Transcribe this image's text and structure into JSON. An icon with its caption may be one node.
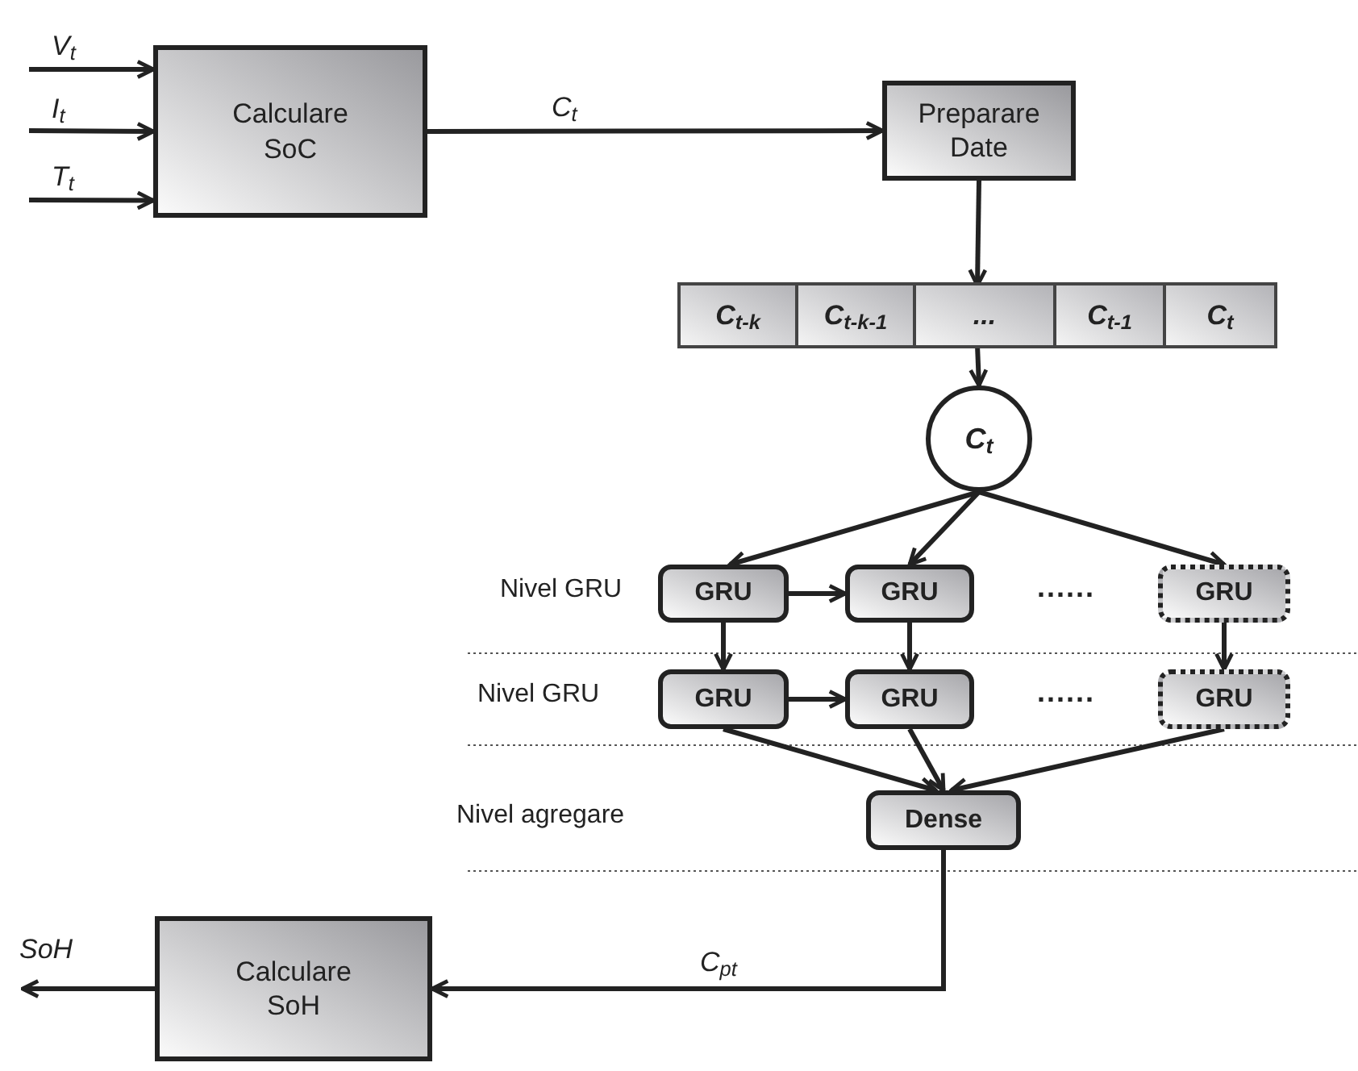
{
  "diagram": {
    "nodes": [
      {
        "text": [
          "Calculare SoC"
        ]
      },
      {
        "text": [
          "Preparare Date"
        ]
      },
      {
        "text": [],
        "shape": "bar"
      },
      {
        "text": [
          "C$_{t-k}$"
        ],
        "in": 2
      },
      {
        "text": [
          "C$_{t-k-1}$"
        ],
        "in": 2
      },
      {
        "text": [
          "..."
        ],
        "in": 2
      },
      {
        "text": [
          "C$_{t-1}$"
        ],
        "in": 2
      },
      {
        "text": [
          "C$_{t}$"
        ],
        "in": 2
      },
      {
        "text": [
          "C$_{t}$"
        ]
      },
      {
        "text": [
          "GRU"
        ]
      },
      {
        "text": [
          "GRU"
        ]
      },
      {
        "text": [
          "GRU"
        ]
      },
      {
        "text": [
          "GRU"
        ]
      },
      {
        "text": [
          "GRU"
        ]
      },
      {
        "text": [
          "GRU"
        ]
      },
      {
        "text": [
          "Dense"
        ]
      },
      {
        "text": [
          "Calculare SoH"
        ]
      }
    ],
    "edges": [
      {
        "from": 0,
        "to": 1,
        "arrow": "to",
        "label": "C$_{t}$"
      },
      {
        "from": 1,
        "to": 2,
        "arrow": "to"
      },
      {
        "from": 2,
        "to": 8,
        "arrow": "to"
      },
      {
        "from": 8,
        "to": 9,
        "arrow": "to"
      },
      {
        "from": 8,
        "to": 10,
        "arrow": "to"
      },
      {
        "from": 8,
        "to": 11,
        "arrow": "to"
      },
      {
        "from": 9,
        "to": 10,
        "arrow": "to"
      },
      {
        "from": 9,
        "to": 12,
        "arrow": "to"
      },
      {
        "from": 10,
        "to": 13,
        "arrow": "to"
      },
      {
        "from": 11,
        "to": 14,
        "arrow": "to"
      },
      {
        "from": 12,
        "to": 13,
        "arrow": "to"
      },
      {
        "from": 12,
        "to": 15,
        "arrow": "to"
      },
      {
        "from": 13,
        "to": 15,
        "arrow": "to"
      },
      {
        "from": 14,
        "to": 15,
        "arrow": "to"
      },
      {
        "from": 15,
        "to": 16,
        "arrow": "to",
        "label": "C$_{pt}$"
      },
      {
        "from": null,
        "to": 0,
        "arrow": "to",
        "label": "V$_{t}$"
      },
      {
        "from": null,
        "to": 0,
        "arrow": "to",
        "label": "I$_{t}$"
      },
      {
        "from": null,
        "to": 0,
        "arrow": "to",
        "label": "T$_{t}$"
      },
      {
        "from": 16,
        "to": null,
        "arrow": "to",
        "label": "SoH"
      }
    ],
    "labels": [
      "Nivel GRU",
      "......",
      "Nivel GRU",
      "......",
      "Nivel agregare"
    ]
  }
}
